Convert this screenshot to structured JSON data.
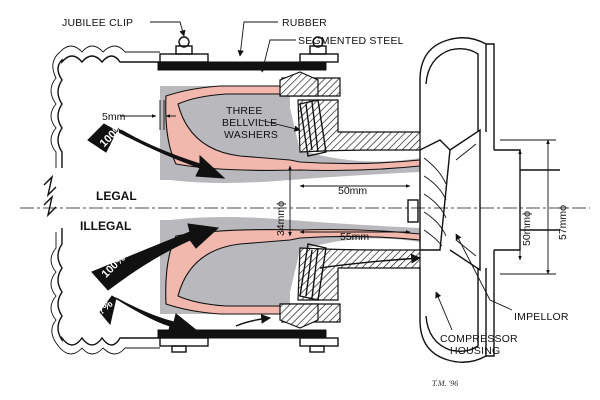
{
  "labels": {
    "jubilee_clip": "JUBILEE CLIP",
    "rubber": "RUBBER",
    "segmented_steel": "SEGMENTED STEEL",
    "bellville_1": "THREE",
    "bellville_2": "BELLVILLE",
    "bellville_3": "WASHERS",
    "legal": "LEGAL",
    "illegal": "ILLEGAL",
    "impellor": "IMPELLOR",
    "compressor_1": "COMPRESSOR",
    "compressor_2": "HOUSING",
    "signature": "T.M. '96"
  },
  "dimensions": {
    "gap_5mm": "5mm",
    "d_50mm": "50mm",
    "d_55mm": "55mm",
    "d_34mm": "34mmϕ",
    "d_50mm_phi": "50mmϕ",
    "d_57mm_phi": "57mmϕ"
  },
  "arrows": {
    "upper": "100%",
    "middle": "100%",
    "lower": "?%"
  },
  "colors": {
    "ink": "#111111",
    "pink": "#f3b8ad",
    "grey": "#b9b9bd"
  }
}
